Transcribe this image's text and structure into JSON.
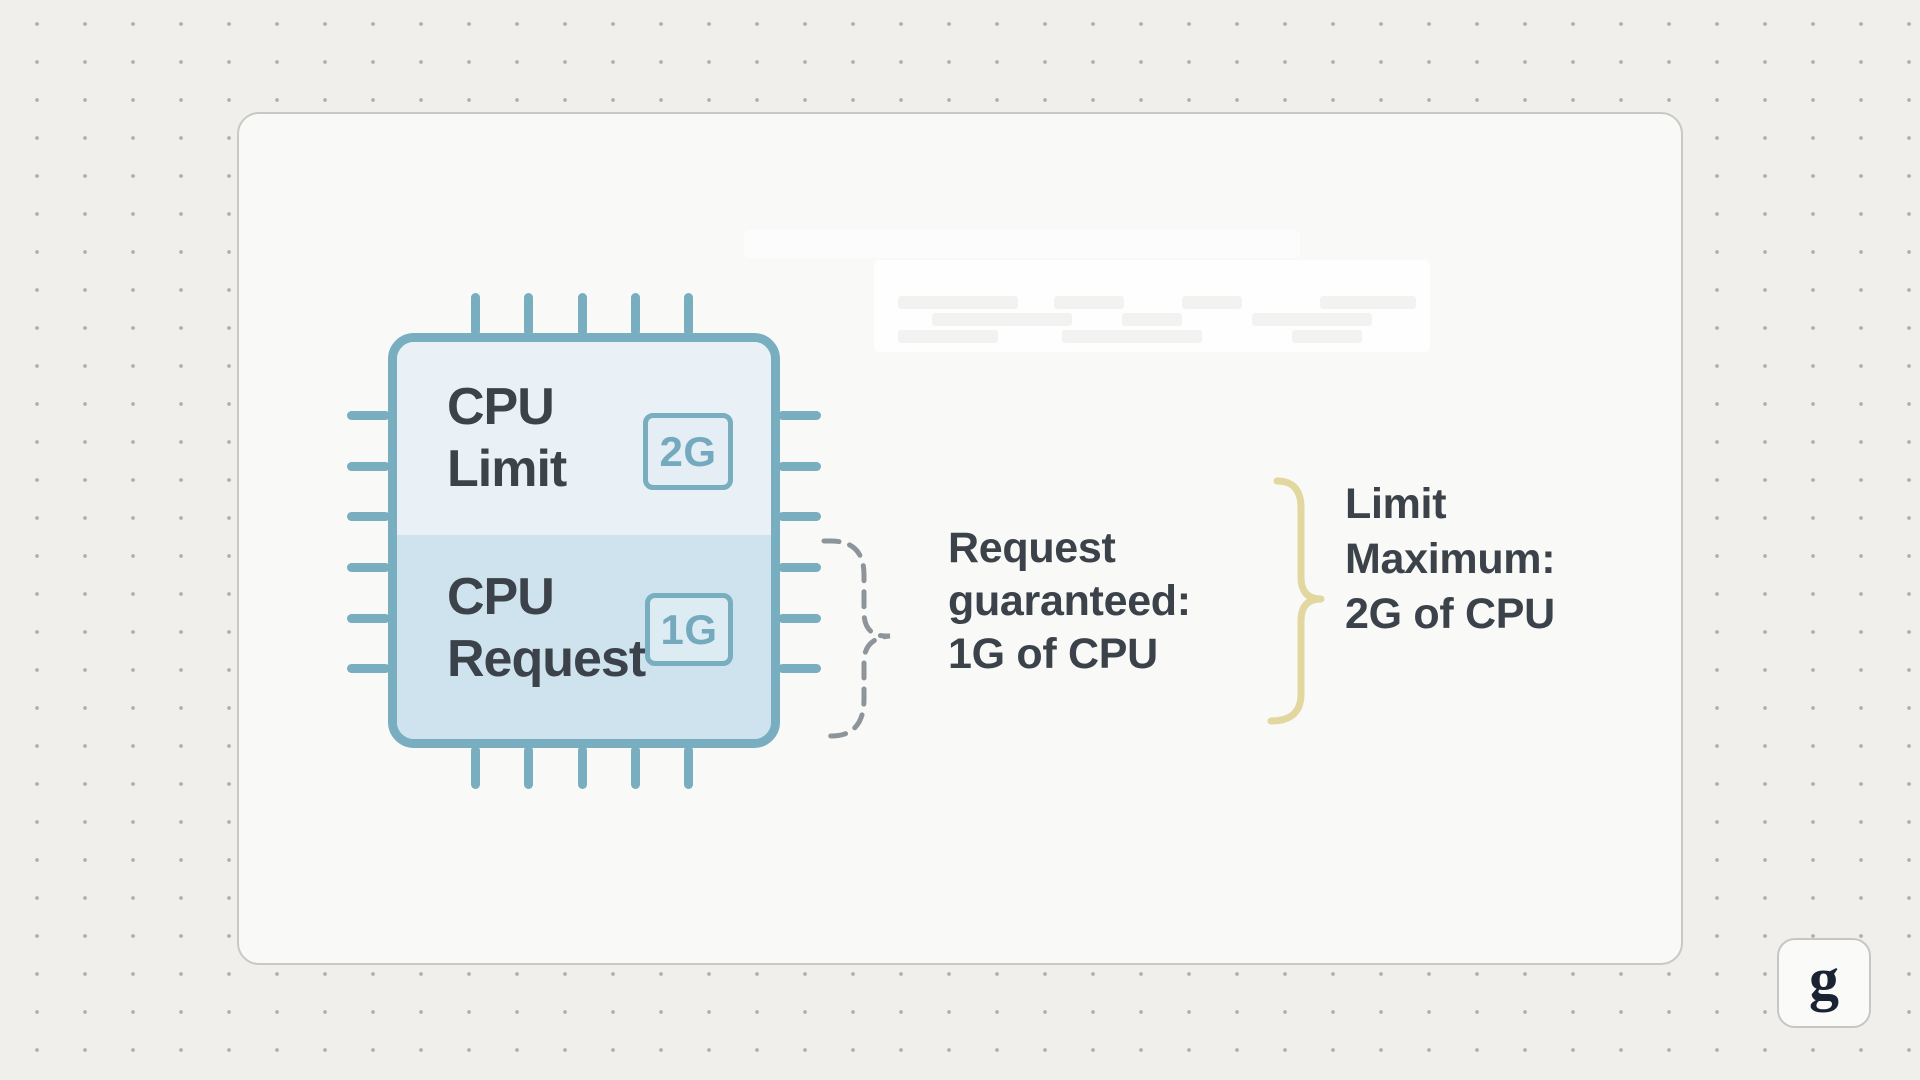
{
  "colors": {
    "page_bg": "#f1efec",
    "card_bg": "#f9f9f8",
    "dot_color": "#b4b0aa",
    "chip_outline": "#79aec1",
    "chip_limit_bg": "#e9f1f6",
    "chip_request_bg": "#cfe3ee",
    "chip_value_color": "#74a9be",
    "text_dark": "#3b424a",
    "dashed_brace": "#8d959b",
    "curly_brace": "#e3d7a0",
    "logo_color": "#1a2332"
  },
  "chip": {
    "limit_label": "CPU\nLimit",
    "limit_value": "2G",
    "request_label": "CPU\nRequest",
    "request_value": "1G"
  },
  "annotations": {
    "request_note": "Request\nguaranteed:\n1G of CPU",
    "limit_note": "Limit\nMaximum:\n2G of CPU"
  },
  "logo": {
    "letter": "g"
  },
  "pins": {
    "top_x": [
      128,
      181,
      235,
      288,
      341
    ],
    "side_y": [
      122,
      173,
      223,
      274,
      325,
      375
    ],
    "length": 43,
    "thickness": 9
  },
  "ghost_bars": [
    [
      659,
      182,
      120
    ],
    [
      815,
      182,
      70
    ],
    [
      943,
      182,
      60
    ],
    [
      1081,
      182,
      96
    ],
    [
      693,
      199,
      140
    ],
    [
      883,
      199,
      60
    ],
    [
      1013,
      199,
      120
    ],
    [
      659,
      216,
      100
    ],
    [
      823,
      216,
      140
    ],
    [
      1053,
      216,
      70
    ]
  ]
}
